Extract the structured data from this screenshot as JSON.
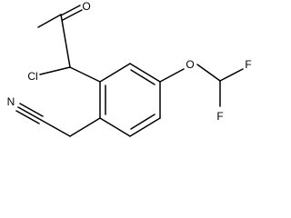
{
  "molecule": {
    "atoms": {
      "oxygen_ketone": "O",
      "chlorine": "Cl",
      "oxygen_ether": "O",
      "fluorine_top": "F",
      "fluorine_bottom": "F",
      "nitrogen": "N"
    }
  }
}
